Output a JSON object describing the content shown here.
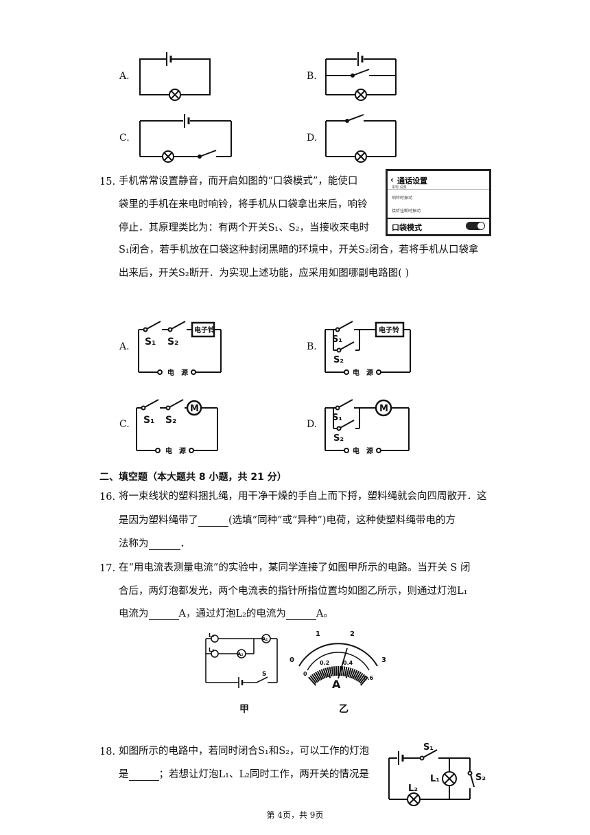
{
  "q14": {
    "labels": [
      "A.",
      "B.",
      "C.",
      "D."
    ]
  },
  "q15": {
    "number": "15.",
    "lines": [
      "手机常常设置静音，而开启如图的“口袋模式”，能使口",
      "袋里的手机在来电时响铃，将手机从口袋拿出来后，响铃",
      "停止．其原理类比为：有两个开关S₁、S₂，当接收来电时",
      "S₁闭合，若手机放在口袋这种封闭黑暗的环境中，开关S₂闭合，若将手机从口袋拿",
      "出来后，开关S₂断开．为实现上述功能，应采用如图哪副电路图(    )"
    ],
    "phone": {
      "title": "通话设置",
      "sub": "来电 设置",
      "row1": "响铃时振动",
      "row2": "接听挂断时振动",
      "row3": "口袋模式"
    },
    "labels": [
      "A.",
      "B.",
      "C.",
      "D."
    ],
    "circuit_text": {
      "s1": "S₁",
      "s2": "S₂",
      "bell": "电子铃",
      "motor": "M",
      "power_a": "电",
      "power_b": "源"
    }
  },
  "section2": {
    "title": "二、填空题（本大题共 8 小题，共 21 分）"
  },
  "q16": {
    "number": "16.",
    "line1": "将一束线状的塑料捆扎绳，用干净干燥的手自上而下捋，塑料绳就会向四周散开．这",
    "line2a": "是因为塑料绳带了",
    "line2b": "(选填“同种”或“异种”)电荷，这种使塑料绳带电的方",
    "line3a": "法称为",
    "line3b": "．"
  },
  "q17": {
    "number": "17.",
    "line1": "在“用电流表测量电流”的实验中，某同学连接了如图甲所示的电路。当开关 S 闭",
    "line2": "合后，两灯泡都发光，两个电流表的指针所指位置均如图乙所示，则通过灯泡L₁",
    "line3a": "电流为",
    "line3b": "A，通过灯泡L₂的电流为",
    "line3c": "A。",
    "fig": {
      "jia": "甲",
      "yi": "乙",
      "l1": "L₁",
      "l2": "L₂",
      "a1": "A₁",
      "a2": "A₂",
      "s": "S",
      "ticks_top": [
        "1",
        "2"
      ],
      "tick_0": "0",
      "tick_3": "3",
      "ticks_inner": [
        "0.2",
        "0.4"
      ],
      "tick_inner0": "0",
      "tick_inner6": "0.6",
      "unit": "A"
    }
  },
  "q18": {
    "number": "18.",
    "line1": "如图所示的电路中，若同时闭合S₁和S₂，可以工作的灯泡",
    "line2a": "是",
    "line2b": "；若想让灯泡L₁、L₂同时工作，两开关的情况是",
    "fig": {
      "s1": "S₁",
      "s2": "S₂",
      "l1": "L₁",
      "l2": "L₂"
    }
  },
  "footer": "第 4页，共 9页"
}
